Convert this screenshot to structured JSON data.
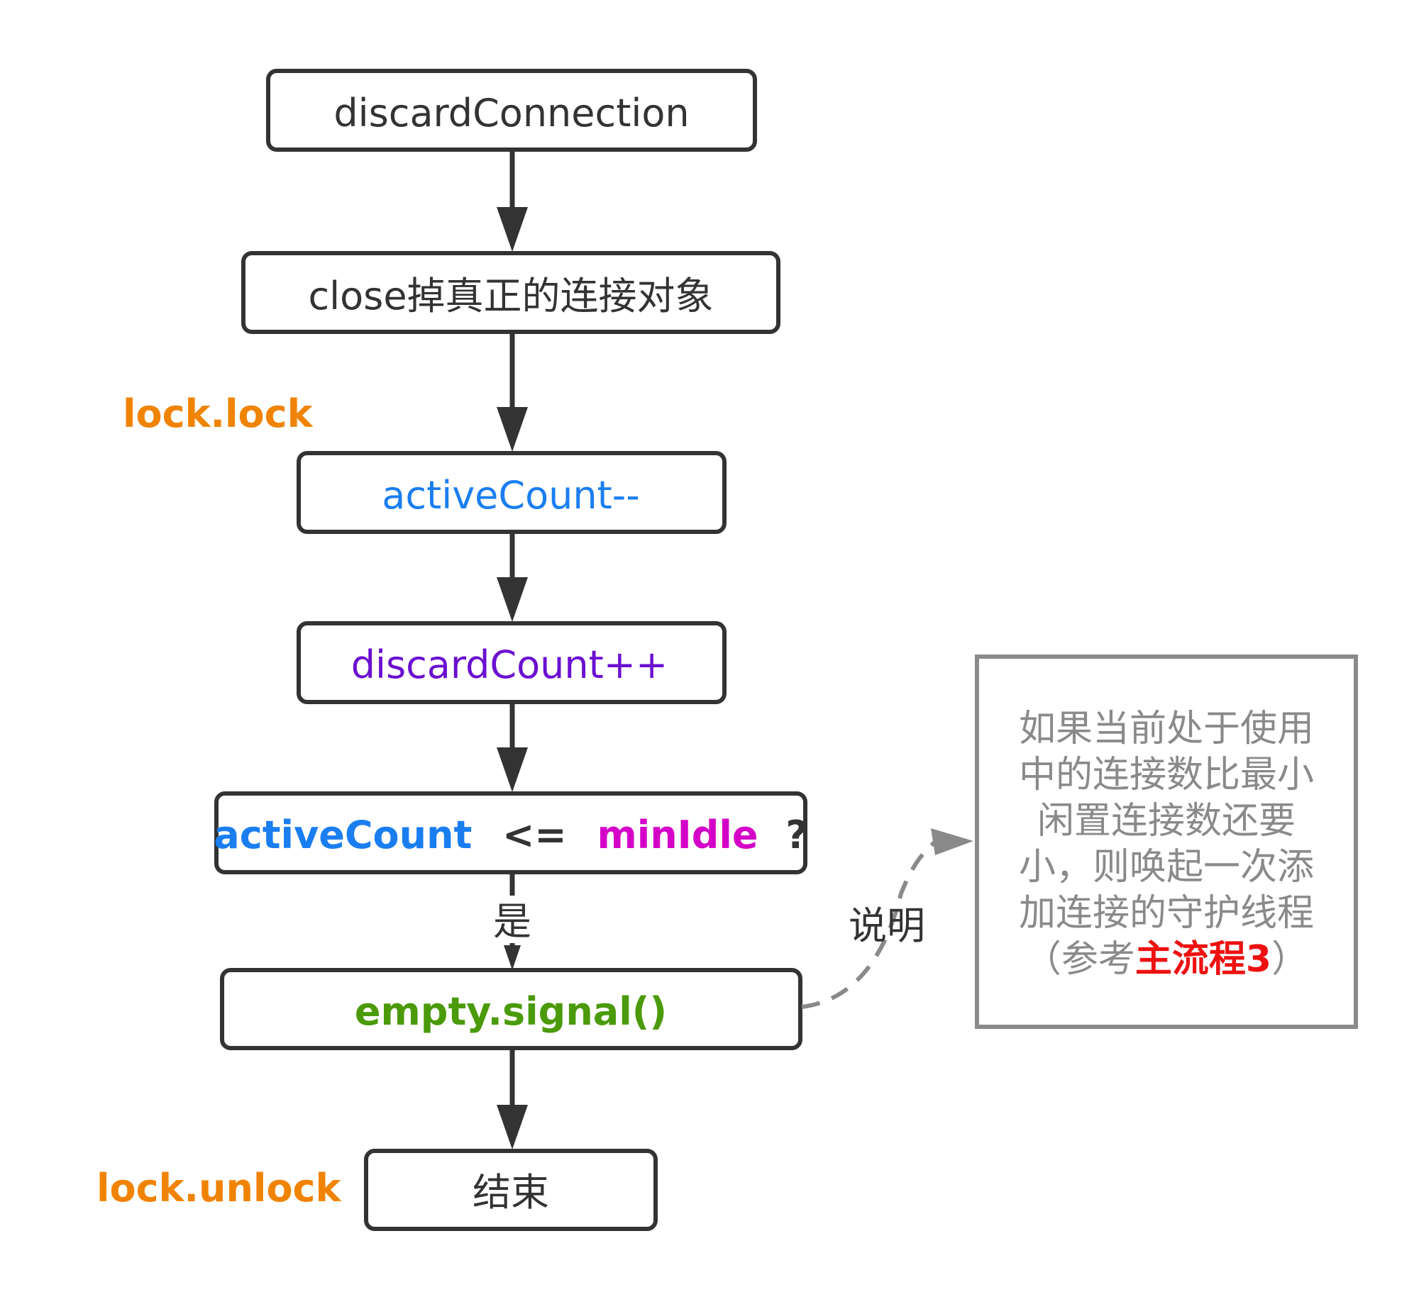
{
  "nodes": {
    "discard_connection": "discardConnection",
    "close_connection": "close掉真正的连接对象",
    "active_decrement": "activeCount--",
    "discard_increment": "discardCount++",
    "condition": {
      "left": "activeCount",
      "op": "<=",
      "right": "minIdle",
      "q": "?"
    },
    "empty_signal": "empty.signal()",
    "end": "结束"
  },
  "labels": {
    "lock": "lock.lock",
    "unlock": "lock.unlock",
    "yes": "是",
    "note_link": "说明"
  },
  "note": {
    "lines": [
      "如果当前处于使用",
      "中的连接数比最小",
      "闲置连接数还要",
      "小，则唤起一次添",
      "加连接的守护线程"
    ],
    "last_line_open": "（参考",
    "last_line_highlight": "主流程3",
    "last_line_close": "）"
  },
  "colors": {
    "box_stroke": "#333333",
    "text_dark": "#333333",
    "lock_orange": "#f08300",
    "active_blue": "#1a7ef0",
    "discard_purple": "#6a0fd0",
    "min_idle_magenta": "#d400c8",
    "signal_green": "#4a9a0a",
    "note_gray": "#8a8a8a",
    "highlight_red": "#ee1111"
  }
}
